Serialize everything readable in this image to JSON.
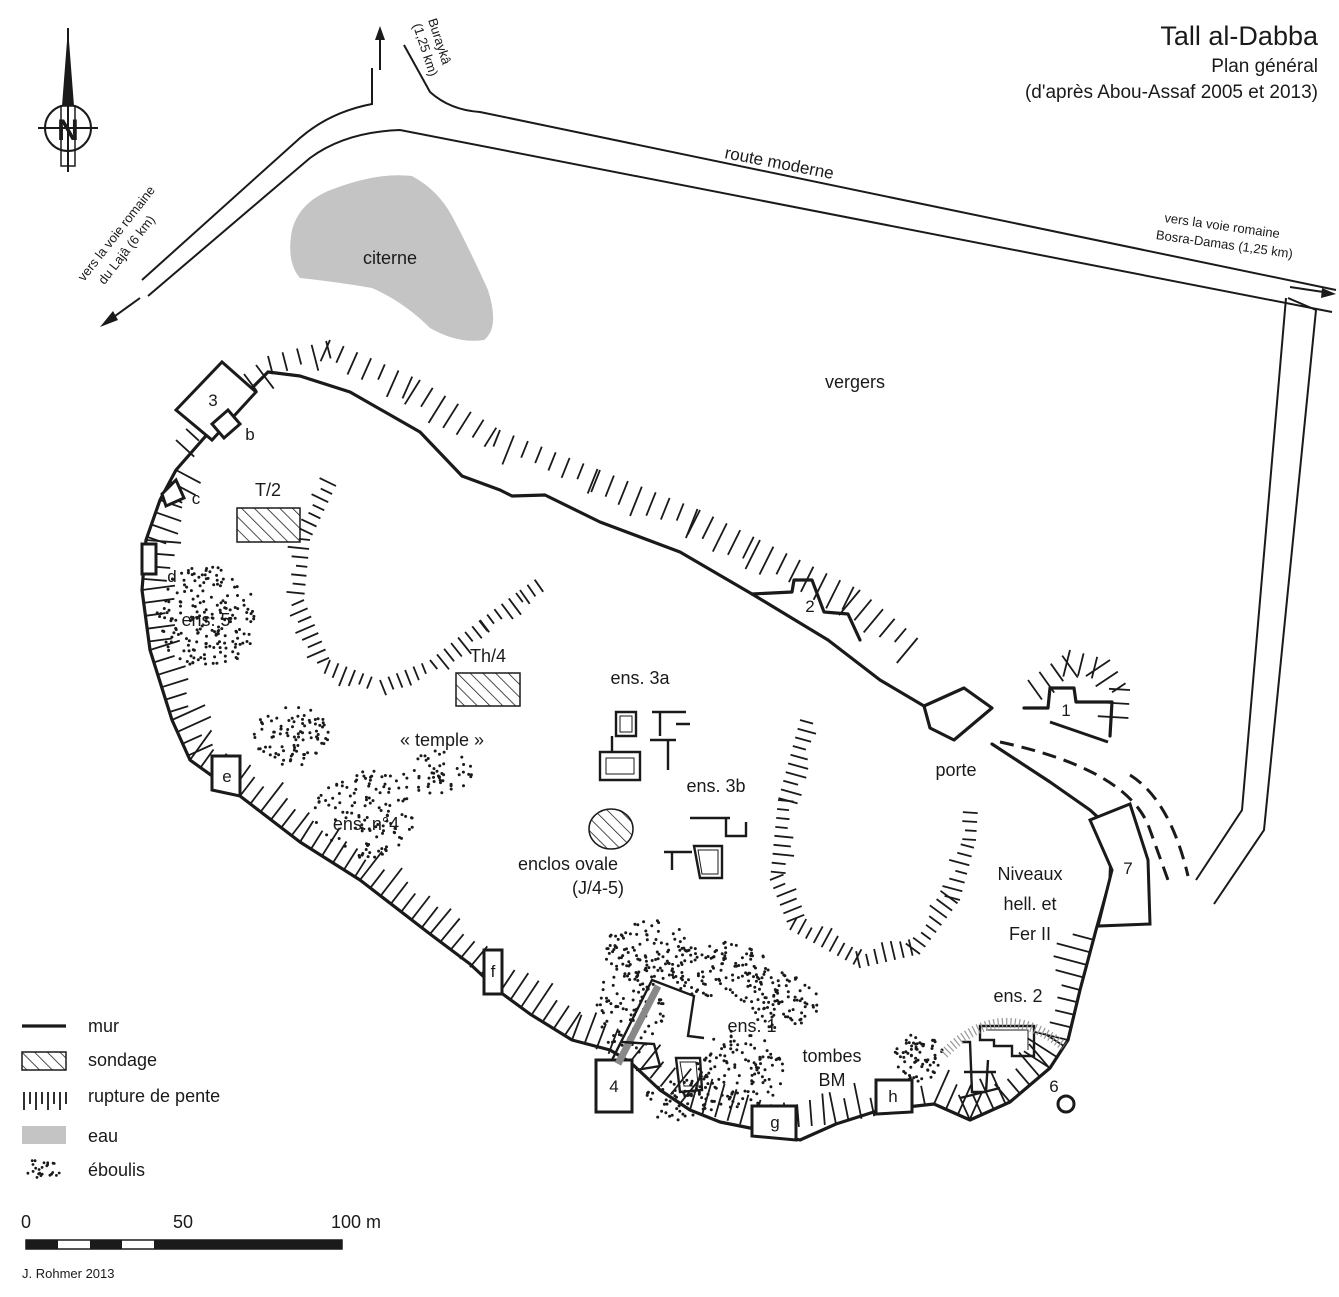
{
  "header": {
    "title": "Tall al-Dabba",
    "subtitle": "Plan général",
    "source": "(d'après Abou-Assaf 2005 et 2013)"
  },
  "roads": {
    "modern_road": "route moderne",
    "north_dest": "Buraykâ",
    "north_dist": "(1,25 km)",
    "west_line1": "vers la voie romaine",
    "west_line2": "du Lajâ (6 km)",
    "east_line1": "vers la voie romaine",
    "east_line2": "Bosra-Damas (1,25 km)"
  },
  "places": {
    "cistern": "citerne",
    "orchards": "vergers",
    "gate": "porte",
    "temple": "« temple »",
    "oval_enclosure": "enclos ovale",
    "oval_grid": "(J/4-5)",
    "levels_line1": "Niveaux",
    "levels_line2": "hell. et",
    "levels_line3": "Fer II",
    "tombs_line1": "tombes",
    "tombs_line2": "BM"
  },
  "ensembles": {
    "ens1": "ens. 1",
    "ens2": "ens. 2",
    "ens3a": "ens. 3a",
    "ens3b": "ens. 3b",
    "ens4": "ens. n°4",
    "ens5": "ens. 5"
  },
  "soundings": {
    "t2": "T/2",
    "th4": "Th/4"
  },
  "towers": {
    "t1": "1",
    "t2": "2",
    "t3": "3",
    "t4": "4",
    "t6": "6",
    "t7": "7",
    "b": "b",
    "c": "c",
    "d": "d",
    "e": "e",
    "f": "f",
    "g": "g",
    "h": "h"
  },
  "compass": {
    "north": "N"
  },
  "legend": {
    "wall": "mur",
    "sounding": "sondage",
    "slope_break": "rupture de pente",
    "water": "eau",
    "scree": "éboulis"
  },
  "scale": {
    "tick0": "0",
    "tick50": "50",
    "tick100": "100 m"
  },
  "credit": "J. Rohmer 2013",
  "colors": {
    "ink": "#1a1a1a",
    "water": "#c4c4c4",
    "paper": "#ffffff"
  }
}
